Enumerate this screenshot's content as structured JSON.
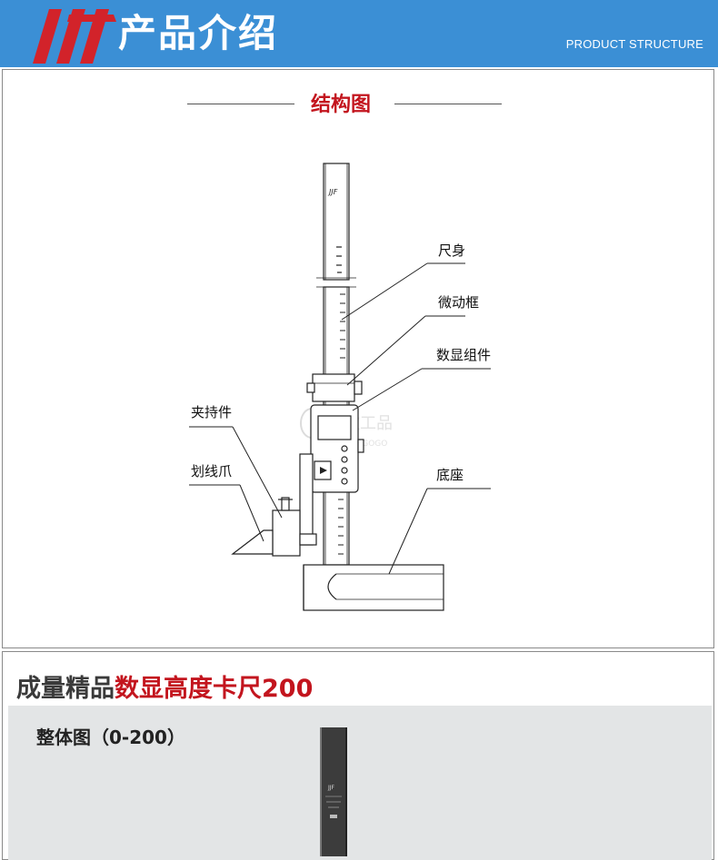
{
  "header": {
    "title": "产品介绍",
    "subtitle": "PRODUCT STRUCTURE",
    "brand_color": "#3b8fd5",
    "logo_color": "#d2232a"
  },
  "structure": {
    "title": "结构图",
    "watermark": "酷歌工品 KUGOGO",
    "labels": {
      "ruler_body": "尺身",
      "fine_adjust_frame": "微动框",
      "digital_unit": "数显组件",
      "clamp": "夹持件",
      "scribe_claw": "划线爪",
      "base": "底座"
    }
  },
  "product": {
    "title_dark": "成量精品",
    "title_red": "数显高度卡尺200",
    "whole_view_label": "整体图（0-200）"
  }
}
